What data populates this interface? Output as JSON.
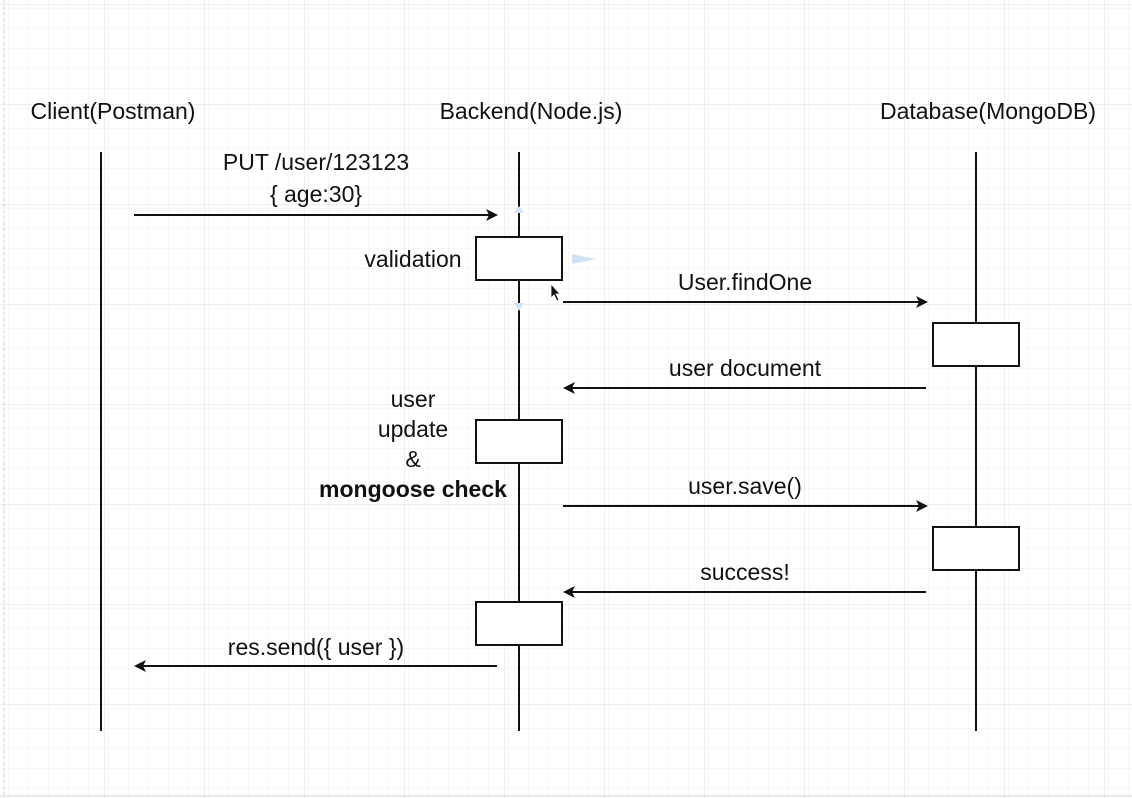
{
  "colors": {
    "background": "#ffffff",
    "grid_minor": "#ececec",
    "grid_major": "#d9d9d9",
    "ink": "#111111",
    "handle": "#cfe3f5"
  },
  "participants": [
    {
      "id": "client",
      "label": "Client(Postman)"
    },
    {
      "id": "backend",
      "label": "Backend(Node.js)"
    },
    {
      "id": "database",
      "label": "Database(MongoDB)"
    }
  ],
  "messages": [
    {
      "id": "put-request",
      "from": "client",
      "to": "backend",
      "lines": [
        "PUT /user/123123",
        "{ age:30}"
      ]
    },
    {
      "id": "find-one",
      "from": "backend",
      "to": "database",
      "lines": [
        "User.findOne"
      ]
    },
    {
      "id": "user-document",
      "from": "database",
      "to": "backend",
      "lines": [
        "user document"
      ]
    },
    {
      "id": "user-save",
      "from": "backend",
      "to": "database",
      "lines": [
        "user.save()"
      ]
    },
    {
      "id": "success",
      "from": "database",
      "to": "backend",
      "lines": [
        "success!"
      ]
    },
    {
      "id": "res-send",
      "from": "backend",
      "to": "client",
      "lines": [
        "res.send({ user })"
      ]
    }
  ],
  "notes": {
    "validation": "validation",
    "update_lines": [
      "user",
      "update",
      "&"
    ],
    "mongoose_check": "mongoose check"
  },
  "icons": {
    "cursor": "mouse-pointer-icon"
  }
}
